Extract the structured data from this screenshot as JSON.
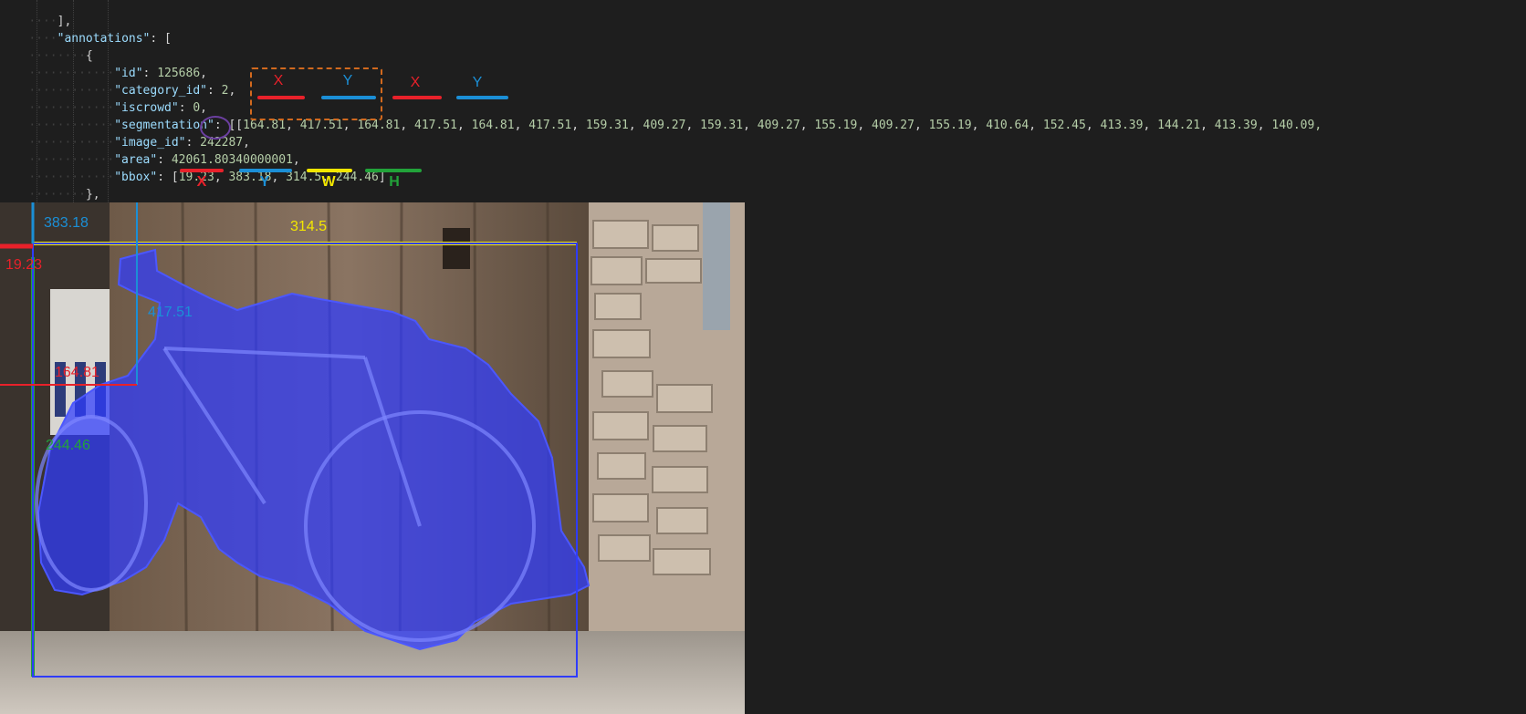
{
  "editor": {
    "line_top": {
      "dots": "····",
      "text": "],"
    },
    "annotations_key": "\"annotations\"",
    "annotations_open": ": [",
    "obj_open": "{",
    "fields": {
      "id_key": "\"id\"",
      "id_val": "125686",
      "category_key": "\"category_id\"",
      "category_val": "2",
      "iscrowd_key": "\"iscrowd\"",
      "iscrowd_val": "0",
      "segmentation_key": "\"segmentation\"",
      "segmentation_values": [
        "164.81",
        "417.51",
        "164.81",
        "417.51",
        "164.81",
        "417.51",
        "159.31",
        "409.27",
        "159.31",
        "409.27",
        "155.19",
        "409.27",
        "155.19",
        "410.64",
        "152.45",
        "413.39",
        "144.21",
        "413.39",
        "140.09,"
      ],
      "image_id_key": "\"image_id\"",
      "image_id_val": "242287",
      "area_key": "\"area\"",
      "area_val": "42061.80340000001",
      "bbox_key": "\"bbox\"",
      "bbox_values": [
        "19.23",
        "383.18",
        "314.5",
        "244.46"
      ]
    },
    "obj_close": "},",
    "obj_open2": "{"
  },
  "segmentation_labels": [
    "X",
    "Y",
    "X",
    "Y"
  ],
  "bbox_labels": [
    "X",
    "Y",
    "W",
    "H"
  ],
  "photo_labels": {
    "y_value": "383.18",
    "w_value": "314.5",
    "x_value": "19.23",
    "seg_y_value": "417.51",
    "seg_x_value": "164.81",
    "h_value": "244.46"
  },
  "colors": {
    "x": "#e8212a",
    "y": "#1b8fd6",
    "w": "#f2e600",
    "h": "#22a33a",
    "mask": "#2f3cff",
    "box_outline": "#d2691e",
    "circle": "#6b3fa0"
  }
}
